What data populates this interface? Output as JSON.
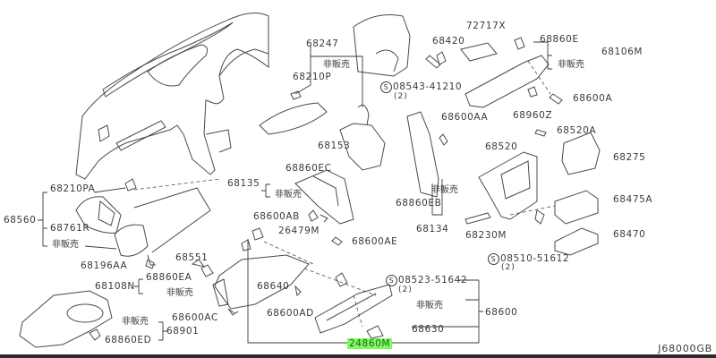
{
  "diagram": {
    "code": "J68000GB",
    "not_sold_label": "非販売",
    "highlight_color": "#7CFC5C",
    "standard_part_symbol": "S"
  },
  "parts": {
    "p68210PA": "68210PA",
    "p68560": "68560",
    "p68761R": "68761R",
    "ns_68560": "非販売",
    "p68196AA": "68196AA",
    "p68860EA": "68860EA",
    "p68108N": "68108N",
    "ns_68108N": "非販売",
    "p68551": "68551",
    "p68600AC": "68600AC",
    "ns_68901": "非販売",
    "p68901": "68901",
    "p68860ED": "68860ED",
    "p68247": "68247",
    "ns_68247": "非販売",
    "p68210P": "68210P",
    "p68420": "68420",
    "p72717X": "72717X",
    "p08543": "08543-41210",
    "q08543": "(2)",
    "p68860E": "68860E",
    "p68106M": "68106M",
    "ns_68106M": "非販売",
    "p68600A": "68600A",
    "p68960Z": "68960Z",
    "p68520A": "68520A",
    "p68600AA": "68600AA",
    "p68153": "68153",
    "p68860EC": "68860EC",
    "p68135": "68135",
    "ns_68135": "非販売",
    "p68600AB": "68600AB",
    "p26479M": "26479M",
    "p68600AE": "68600AE",
    "ns_68134": "非販売",
    "p68860EB": "68860EB",
    "p68134": "68134",
    "p68520": "68520",
    "p68275": "68275",
    "p68475A": "68475A",
    "p68230M": "68230M",
    "p68470": "68470",
    "p08510": "08510-51612",
    "q08510": "(2)",
    "p08523": "08523-51642",
    "q08523": "(2)",
    "ns_68600": "非販売",
    "p68600": "68600",
    "p68630": "68630",
    "p68640": "68640",
    "p68600AD": "68600AD",
    "p24860M": "24860M"
  }
}
